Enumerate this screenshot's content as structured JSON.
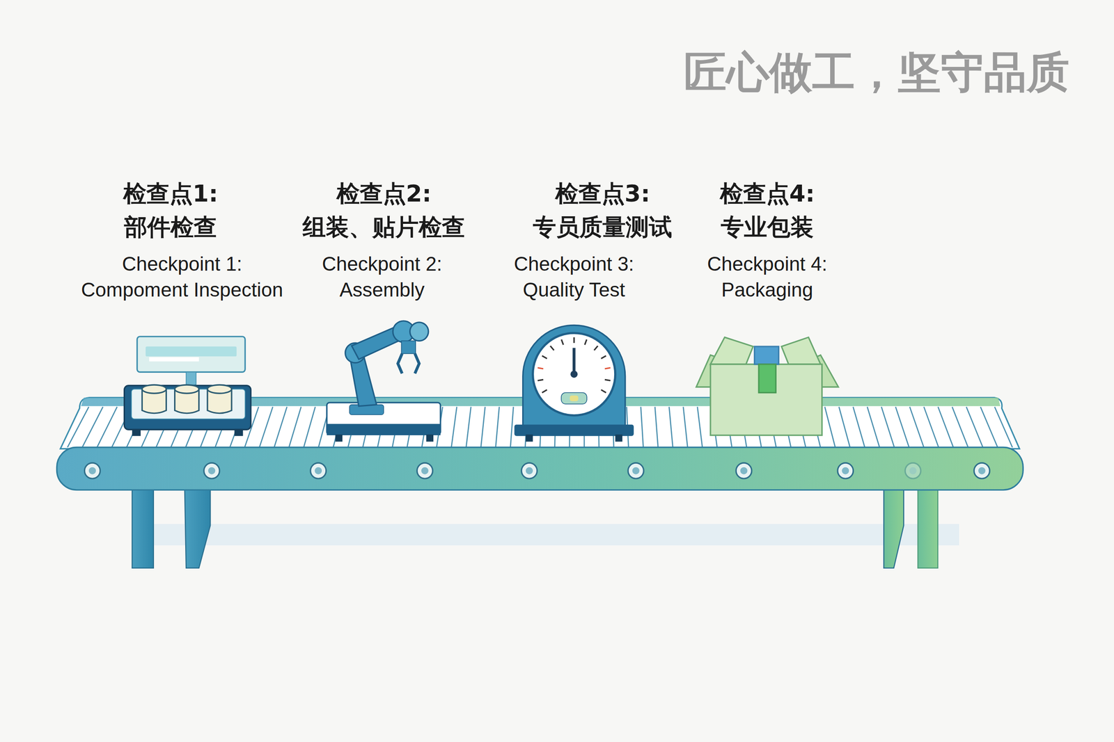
{
  "diagram": {
    "title": "匠心做工，坚守品质",
    "labels": [
      "检查点1:",
      "部件检查",
      "Checkpoint 1:",
      "Compoment Inspection",
      "检查点2:",
      "组装、贴片检查",
      "Checkpoint 2:",
      "Assembly",
      "检查点3:",
      "专员质量测试",
      "Checkpoint 3:",
      "Quality Test",
      "检查点4:",
      "专业包装",
      "Checkpoint 4:",
      "Packaging"
    ]
  }
}
